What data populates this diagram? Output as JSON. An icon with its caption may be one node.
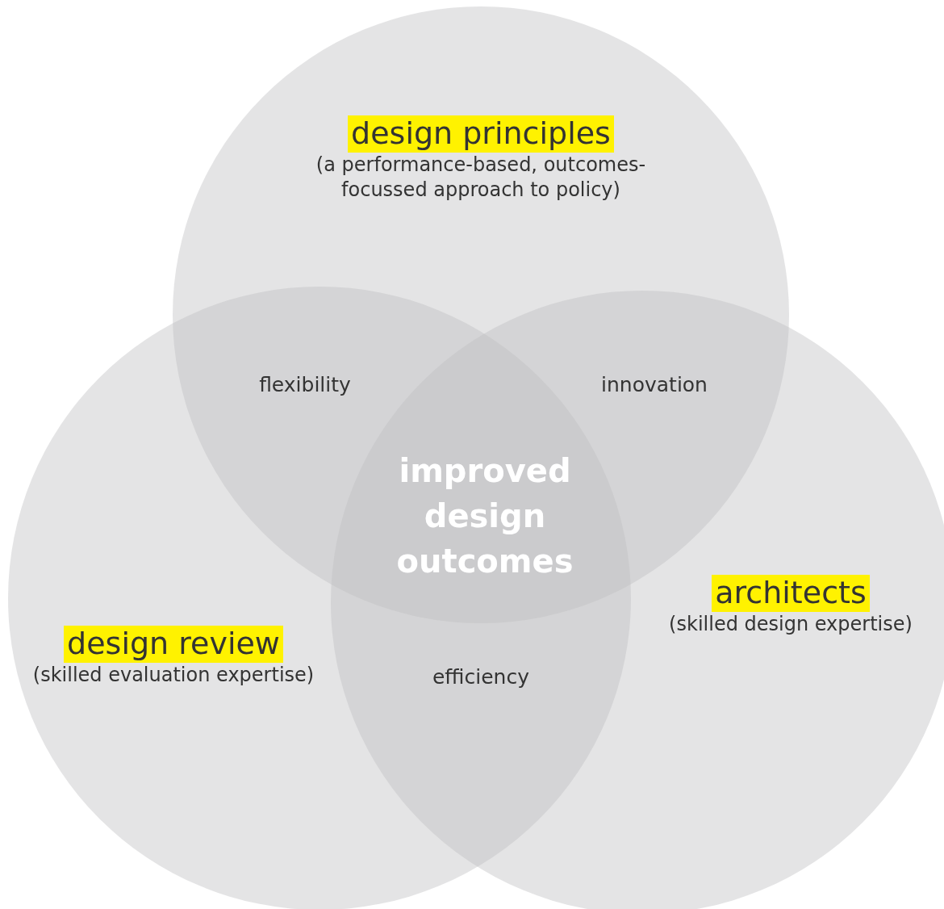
{
  "diagram": {
    "nodes": [
      {
        "text": [
          "design principles",
          "(a performance-based, outcomes-focussed approach to policy)"
        ]
      },
      {
        "text": [
          "design review",
          "(skilled evaluation expertise)"
        ]
      },
      {
        "text": [
          "architects",
          "(skilled design expertise)"
        ]
      }
    ],
    "labels": [
      "flexibility",
      "innovation",
      "improved design outcomes",
      "efficiency"
    ]
  }
}
